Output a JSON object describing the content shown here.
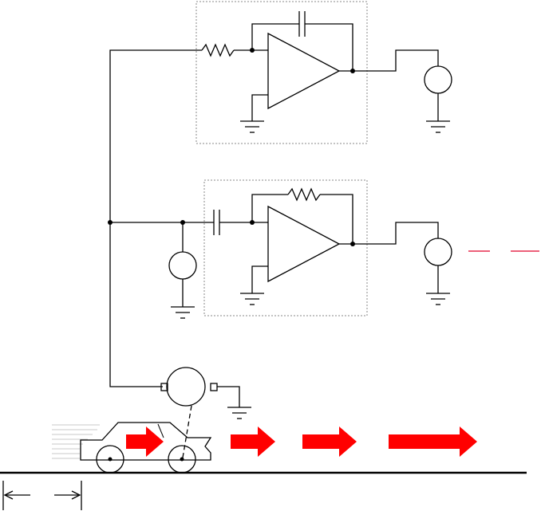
{
  "diagram": {
    "description_visible_text": "",
    "colors": {
      "wire": "#000000",
      "enclosure_border": "#888888",
      "arrow_fill": "#ff0000",
      "wheel_fill": "#999999",
      "display_mark": "#e0002a",
      "speed_lines": "#c8c8c8"
    },
    "components": [
      "integrator-op-amp",
      "differentiator-op-amp",
      "integrator-resistor",
      "integrator-capacitor",
      "differentiator-capacitor",
      "differentiator-resistor",
      "top-meter",
      "middle-meter",
      "tach-generator-meter",
      "tachogenerator",
      "car",
      "motion-arrows"
    ],
    "arrow_sizes": [
      "small",
      "small",
      "medium",
      "large"
    ]
  }
}
